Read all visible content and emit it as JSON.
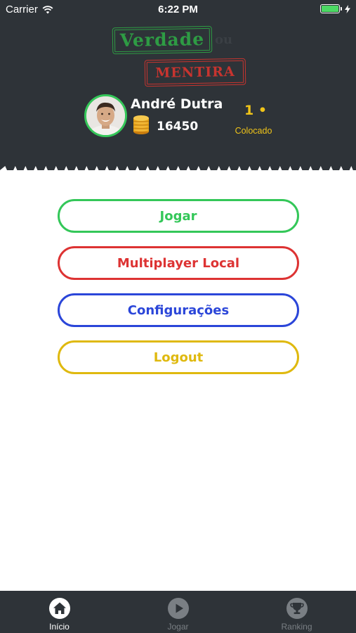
{
  "status_bar": {
    "carrier": "Carrier",
    "time": "6:22 PM",
    "battery_level": 1.0
  },
  "logo": {
    "word_1": "Verdade",
    "word_2": "ou",
    "word_3": "MENTIRA"
  },
  "user": {
    "name": "André Dutra",
    "coins": "16450"
  },
  "ranking": {
    "position": "1 •",
    "label": "Colocado"
  },
  "menu": {
    "play": "Jogar",
    "multiplayer": "Multiplayer Local",
    "settings": "Configurações",
    "logout": "Logout"
  },
  "tabs": [
    {
      "label": "Início",
      "icon": "home-icon",
      "active": true
    },
    {
      "label": "Jogar",
      "icon": "play-icon",
      "active": false
    },
    {
      "label": "Ranking",
      "icon": "trophy-icon",
      "active": false
    }
  ],
  "colors": {
    "header_bg": "#2e3338",
    "green": "#34c759",
    "red": "#dd3333",
    "blue": "#2b46d9",
    "yellow": "#dfb90f"
  }
}
